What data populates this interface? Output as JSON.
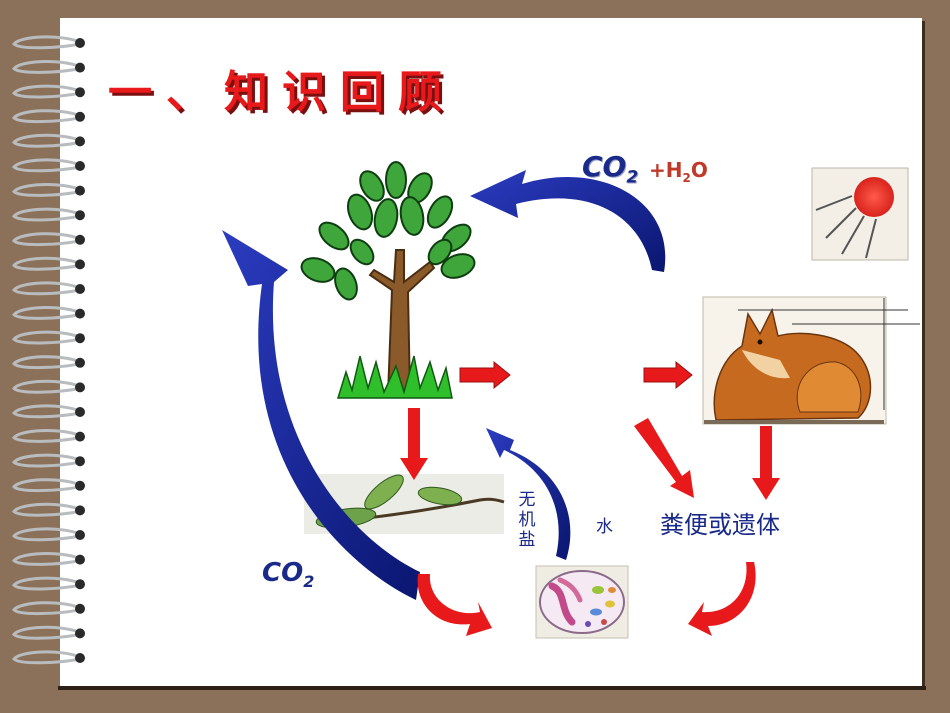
{
  "slide": {
    "title": "一、知识回顾",
    "labels": {
      "co2_top": "CO",
      "co2_top_sub": "2",
      "h2o_prefix": "+H",
      "h2o_sub": "2",
      "h2o_suffix": "O",
      "co2_left": "CO",
      "co2_left_sub": "2",
      "inorganic_salt": "无机盐",
      "water": "水",
      "waste": "粪便或遗体"
    },
    "icons": [
      "tree-icon",
      "sun-icon",
      "fox-icon",
      "leaf-branch-icon",
      "microbes-icon"
    ],
    "colors": {
      "title": "#e8191b",
      "blue_arrow": "#0f1f8f",
      "red_arrow": "#e8191b",
      "background": "#8b7159"
    }
  }
}
